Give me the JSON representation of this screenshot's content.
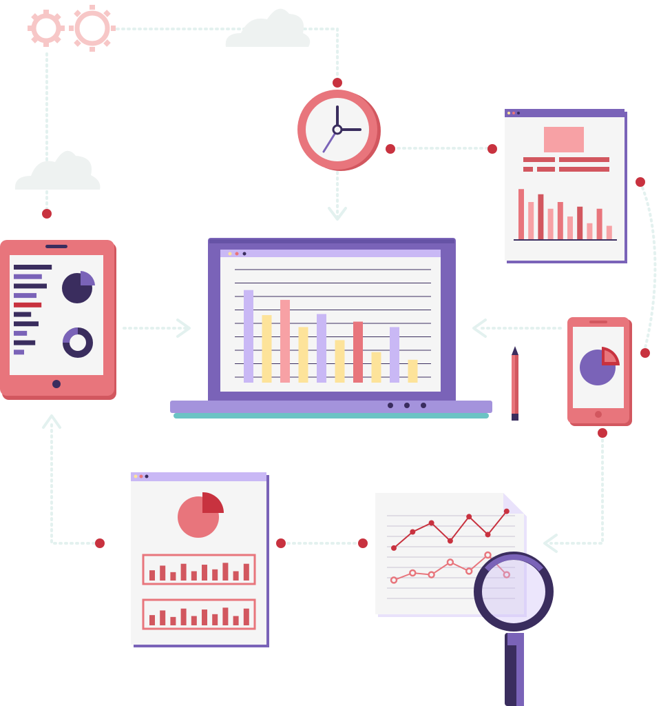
{
  "palette": {
    "coral": "#e8757c",
    "coral_dark": "#d2575f",
    "pink": "#f7a1a5",
    "red_dot": "#c8323f",
    "purple": "#7a63b8",
    "purple_dark": "#3a2d5e",
    "lavender": "#c9b8f5",
    "lavender_light": "#e9e2fb",
    "yellow": "#fde39a",
    "teal": "#6bc3c4",
    "paper": "#f5f5f5",
    "connector": "#e3f1ef",
    "gear": "#f7c7c7",
    "cloud": "#eef2f1"
  },
  "icons": {
    "gears": "gear-icon",
    "clouds": "cloud-icon",
    "clock": "clock-icon",
    "tablet": "tablet-icon",
    "laptop": "laptop-icon",
    "report": "document-icon",
    "phone": "smartphone-icon",
    "pencil": "pencil-icon",
    "pie_report": "pie-chart-document-icon",
    "line_report": "line-chart-document-icon",
    "magnifier": "magnifying-glass-icon"
  },
  "laptop_chart": {
    "type": "bar",
    "values": [
      0.85,
      0.62,
      0.76,
      0.51,
      0.63,
      0.39,
      0.56,
      0.28,
      0.51,
      0.21
    ],
    "colors": [
      "#c9b8f5",
      "#fde39a",
      "#f7a1a5",
      "#fde39a",
      "#c9b8f5",
      "#fde39a",
      "#e8757c",
      "#fde39a",
      "#c9b8f5",
      "#fde39a"
    ],
    "grid": true
  },
  "report_chart": {
    "type": "bar",
    "values": [
      0.97,
      0.72,
      0.87,
      0.59,
      0.72,
      0.44,
      0.63,
      0.31,
      0.59,
      0.26
    ],
    "colors": [
      "#e8757c",
      "#f7a1a5",
      "#d2575f",
      "#f7a1a5",
      "#e8757c",
      "#f7a1a5",
      "#d2575f",
      "#f7a1a5",
      "#e8757c",
      "#f7a1a5"
    ]
  },
  "mini_bars": {
    "row1": [
      0.55,
      0.8,
      0.45,
      0.9,
      0.5,
      0.85,
      0.6,
      0.95,
      0.5,
      0.9
    ],
    "row2": [
      0.55,
      0.8,
      0.45,
      0.9,
      0.5,
      0.85,
      0.6,
      0.95,
      0.5,
      0.9
    ]
  },
  "line_report": {
    "type": "line",
    "series": [
      {
        "values": [
          0.27,
          0.45,
          0.55,
          0.35,
          0.62,
          0.42,
          0.68
        ],
        "color": "#c8323f"
      },
      {
        "values": [
          0.22,
          0.3,
          0.28,
          0.42,
          0.32,
          0.5,
          0.28
        ],
        "color": "#e8757c"
      }
    ]
  },
  "tablet_list": {
    "bars": [
      0.92,
      0.68,
      0.8,
      0.55,
      0.67,
      0.42,
      0.6,
      0.32,
      0.52,
      0.25
    ],
    "colors": [
      "#3a2d5e",
      "#7a63b8",
      "#3a2d5e",
      "#7a63b8",
      "#c8323f",
      "#3a2d5e",
      "#3a2d5e",
      "#7a63b8",
      "#3a2d5e",
      "#7a63b8"
    ]
  }
}
